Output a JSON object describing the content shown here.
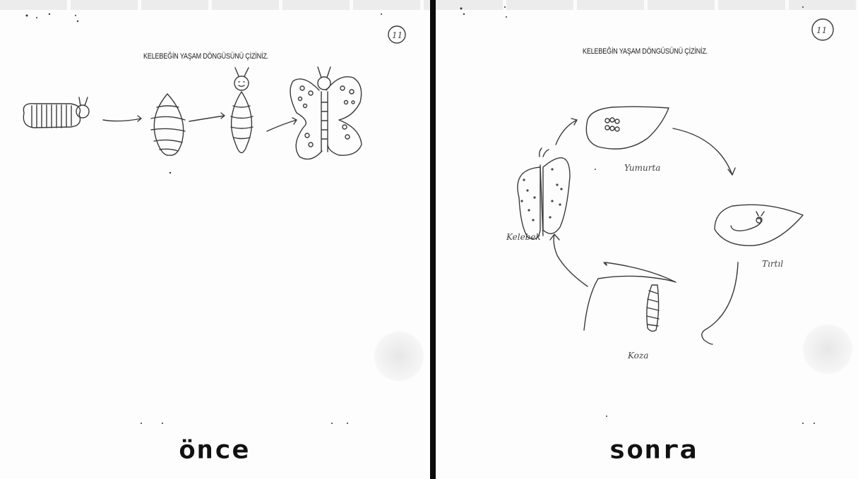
{
  "before": {
    "caption": "önce",
    "worksheet_title": "KELEBEĞİN YAŞAM DÖNGÜSÜNÜ ÇİZİNİZ.",
    "page_number": "11"
  },
  "after": {
    "caption": "sonra",
    "worksheet_title": "KELEBEĞİN YAŞAM DÖNGÜSÜNÜ ÇİZİNİZ.",
    "page_number": "11",
    "stages": {
      "egg": "Yumurta",
      "larva": "Tırtıl",
      "pupa": "Koza",
      "adult": "Kelebek"
    }
  }
}
